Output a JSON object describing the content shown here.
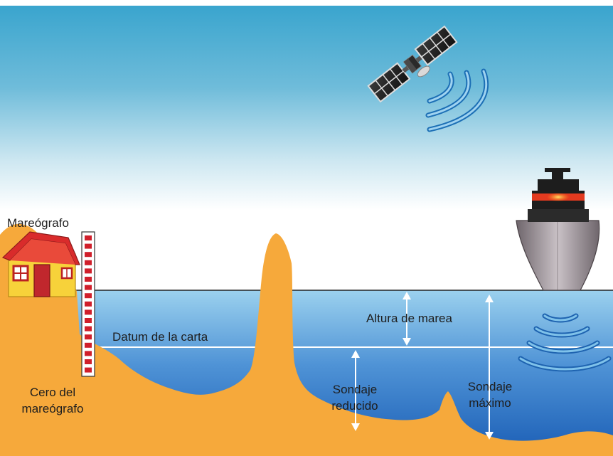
{
  "labels": {
    "tide_gauge": "Mareógrafo",
    "chart_datum": "Datum de la carta",
    "tide_height": "Altura de marea",
    "gauge_zero_line1": "Cero del",
    "gauge_zero_line2": "mareógrafo",
    "reduced_sounding_line1": "Sondaje",
    "reduced_sounding_line2": "reducido",
    "max_sounding_line1": "Sondaje",
    "max_sounding_line2": "máximo"
  },
  "icons": {
    "satellite": "satellite-icon",
    "ship": "ship-icon",
    "house": "house-icon",
    "tide_staff": "tide-staff-icon",
    "satellite_signal": "signal-waves-icon",
    "sonar": "sonar-waves-icon"
  },
  "colors": {
    "sky_top": "#3aa6cf",
    "sky_bottom": "#ffffff",
    "sea_top": "#8fcbea",
    "sea_bottom": "#1f63b8",
    "seabed": "#f6a93b",
    "staff_marks": "#d01f2b",
    "house_wall": "#f7d23a",
    "house_roof": "#d92b2b",
    "ship_hull": "#9a8f94",
    "ship_stripe": "#e33a1f",
    "waves": "#2f7fc9"
  }
}
